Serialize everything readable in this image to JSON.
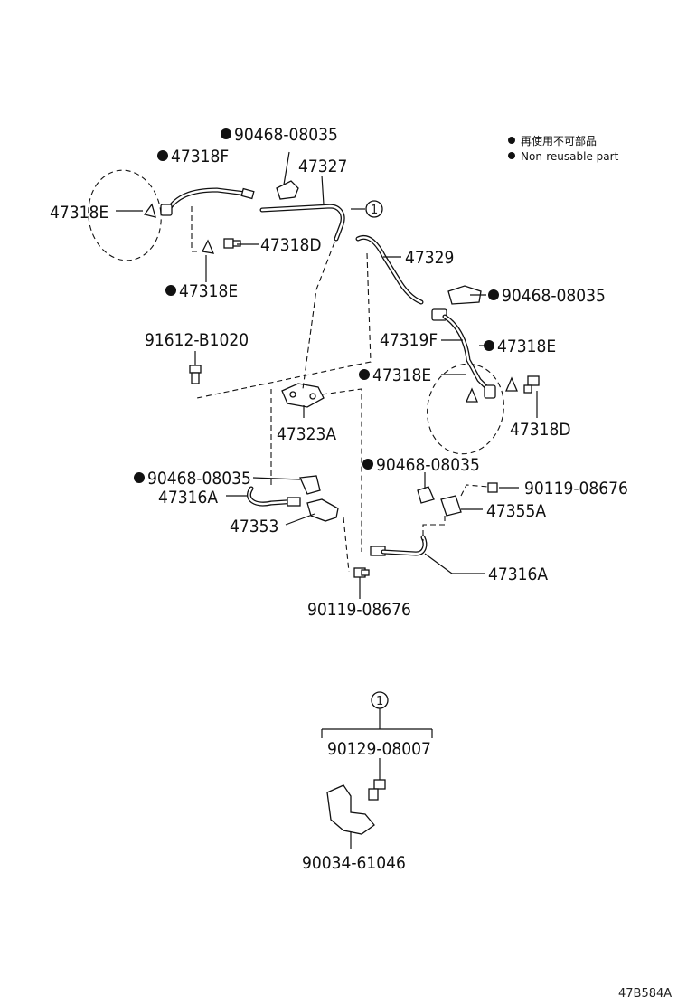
{
  "legend": {
    "reusable_note_jp": "再使用不可部品",
    "reusable_note_en": "Non-reusable part"
  },
  "callout_symbol": "1",
  "labels": {
    "p_90468_top": "90468-08035",
    "p_47318F": "47318F",
    "p_47327": "47327",
    "p_47318E_left": "47318E",
    "p_47318D_top": "47318D",
    "p_47318E_mid": "47318E",
    "p_47329": "47329",
    "p_90468_right": "90468-08035",
    "p_91612": "91612-B1020",
    "p_47319F": "47319F",
    "p_47318E_right": "47318E",
    "p_47318E_center": "47318E",
    "p_47323A": "47323A",
    "p_47318D_right": "47318D",
    "p_90468_leftlow": "90468-08035",
    "p_90468_centerlow": "90468-08035",
    "p_90119_right": "90119-08676",
    "p_47316A_left": "47316A",
    "p_47355A": "47355A",
    "p_47353": "47353",
    "p_47316A_right": "47316A",
    "p_90119_bottom": "90119-08676",
    "p_90129": "90129-08007",
    "p_90034": "90034-61046"
  },
  "diagram_code": "47B584A"
}
